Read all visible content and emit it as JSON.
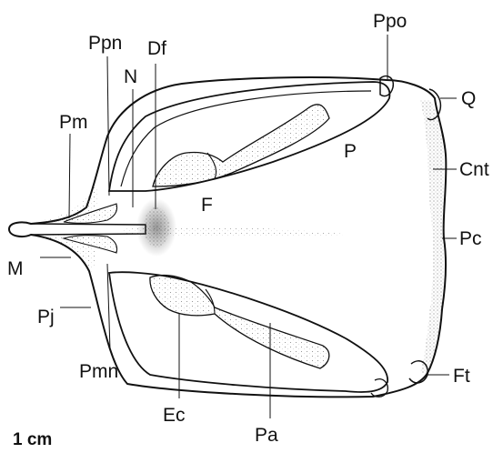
{
  "labels": {
    "ppn": "Ppn",
    "df": "Df",
    "n": "N",
    "pm": "Pm",
    "ppo": "Ppo",
    "q": "Q",
    "p": "P",
    "cnt": "Cnt",
    "f": "F",
    "pc": "Pc",
    "m": "M",
    "pj": "Pj",
    "pmn": "Pmn",
    "ec": "Ec",
    "pa": "Pa",
    "ft": "Ft"
  },
  "scale_bar": {
    "label": "1 cm"
  },
  "colors": {
    "ink": "#111111",
    "stipple": "#555555",
    "background": "#ffffff"
  }
}
